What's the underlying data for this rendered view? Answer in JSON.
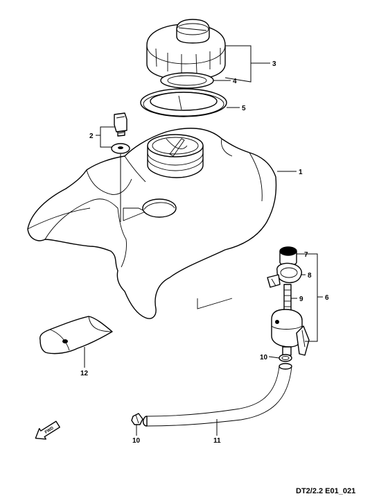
{
  "drawing_code": "DT2/2.2 E01_021",
  "fwd_label": "FWD",
  "callouts": [
    "1",
    "2",
    "3",
    "4",
    "5",
    "6",
    "7",
    "8",
    "9",
    "10",
    "10",
    "11",
    "12"
  ],
  "parts": [
    "fuel-tank",
    "bolt",
    "fuel-cap",
    "cap-gasket",
    "tank-cushion",
    "fuel-cock",
    "filter-cap",
    "clamp",
    "fuel-filter",
    "clip",
    "clip",
    "fuel-hose",
    "rubber-pad"
  ]
}
